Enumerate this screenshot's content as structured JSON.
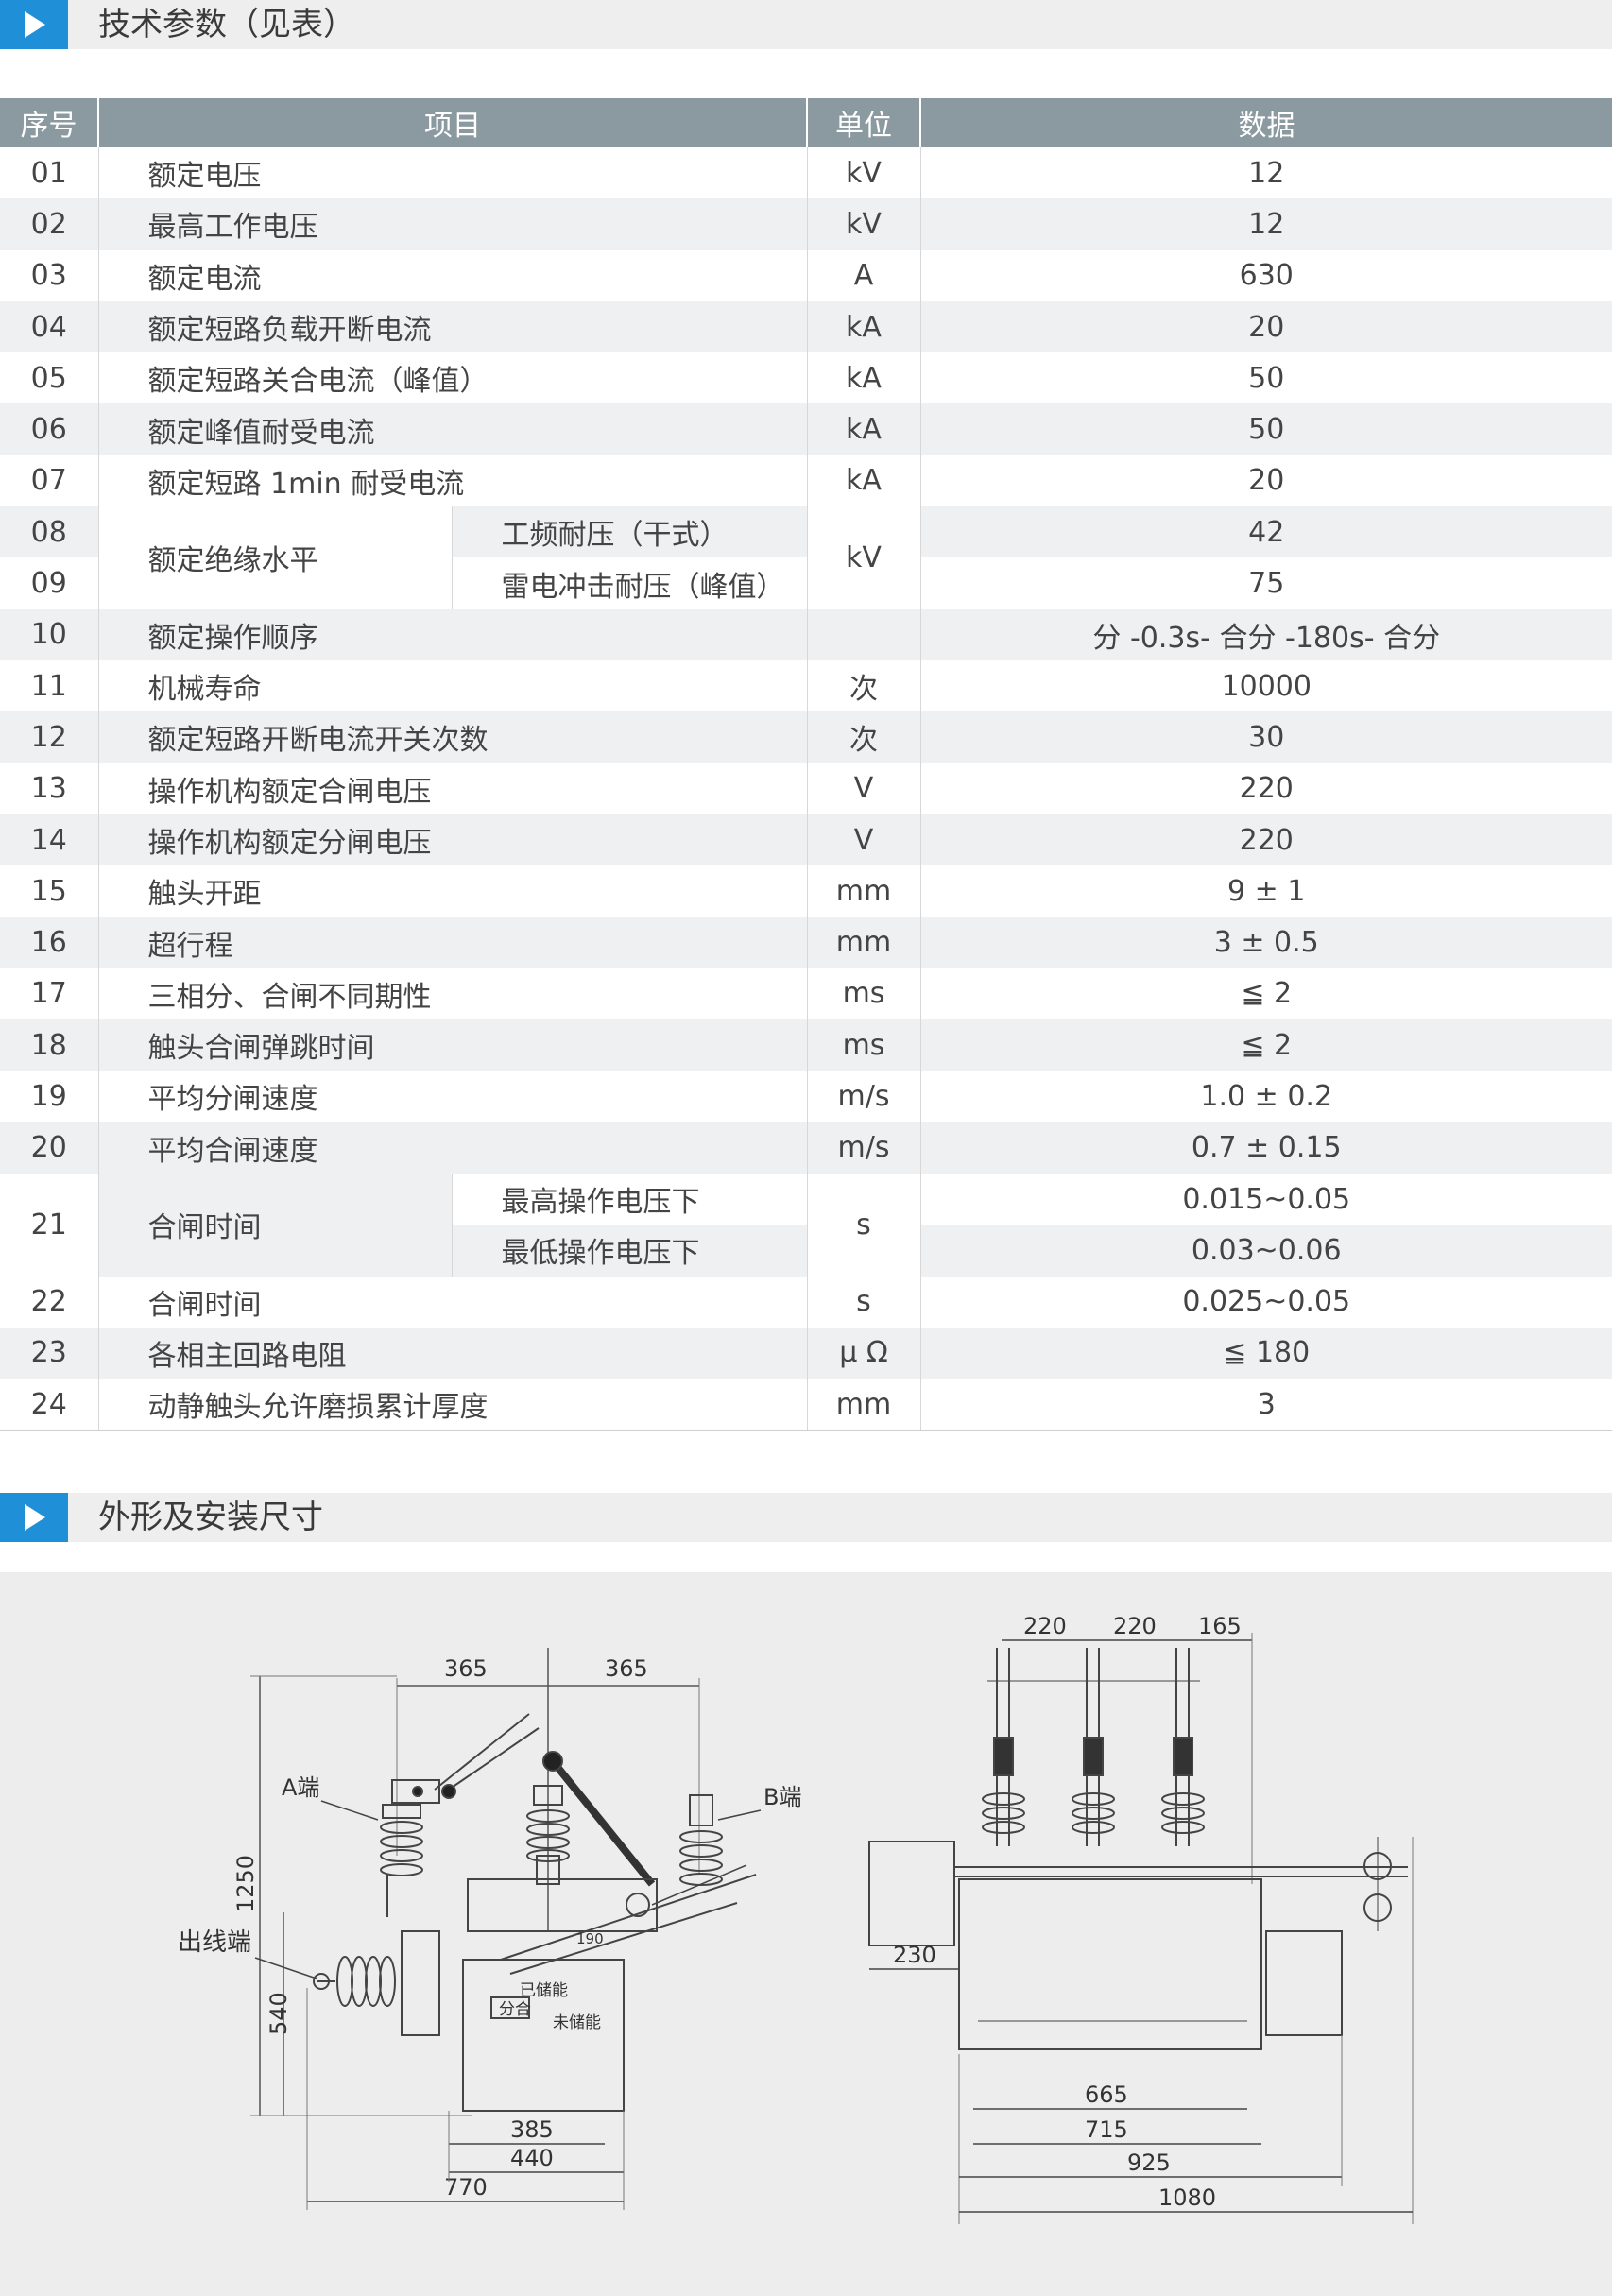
{
  "section1": {
    "title": "技术参数（见表）"
  },
  "table": {
    "headers": [
      "序号",
      "项目",
      "单位",
      "数据"
    ],
    "rows": [
      {
        "no": "01",
        "item": "额定电压",
        "unit": "kV",
        "value": "12"
      },
      {
        "no": "02",
        "item": "最高工作电压",
        "unit": "kV",
        "value": "12"
      },
      {
        "no": "03",
        "item": "额定电流",
        "unit": "A",
        "value": "630"
      },
      {
        "no": "04",
        "item": "额定短路负载开断电流",
        "unit": "kA",
        "value": "20"
      },
      {
        "no": "05",
        "item": "额定短路关合电流（峰值）",
        "unit": "kA",
        "value": "50"
      },
      {
        "no": "06",
        "item": "额定峰值耐受电流",
        "unit": "kA",
        "value": "50"
      },
      {
        "no": "07",
        "item": "额定短路 1min 耐受电流",
        "unit": "kA",
        "value": "20"
      },
      {
        "no": "08",
        "item": "额定绝缘水平",
        "sub": "工频耐压（干式）",
        "unit": "kV",
        "value": "42"
      },
      {
        "no": "09",
        "sub": "雷电冲击耐压（峰值）",
        "value": "75"
      },
      {
        "no": "10",
        "item": "额定操作顺序",
        "unit": "",
        "value": "分 -0.3s- 合分 -180s- 合分"
      },
      {
        "no": "11",
        "item": "机械寿命",
        "unit": "次",
        "value": "10000"
      },
      {
        "no": "12",
        "item": "额定短路开断电流开关次数",
        "unit": "次",
        "value": "30"
      },
      {
        "no": "13",
        "item": "操作机构额定合闸电压",
        "unit": "V",
        "value": "220"
      },
      {
        "no": "14",
        "item": "操作机构额定分闸电压",
        "unit": "V",
        "value": "220"
      },
      {
        "no": "15",
        "item": "触头开距",
        "unit": "mm",
        "value": "9 ± 1"
      },
      {
        "no": "16",
        "item": "超行程",
        "unit": "mm",
        "value": "3 ± 0.5"
      },
      {
        "no": "17",
        "item": "三相分、合闸不同期性",
        "unit": "ms",
        "value": "≦ 2"
      },
      {
        "no": "18",
        "item": "触头合闸弹跳时间",
        "unit": "ms",
        "value": "≦ 2"
      },
      {
        "no": "19",
        "item": "平均分闸速度",
        "unit": "m/s",
        "value": "1.0 ± 0.2"
      },
      {
        "no": "20",
        "item": "平均合闸速度",
        "unit": "m/s",
        "value": "0.7 ± 0.15"
      },
      {
        "no": "21",
        "item": "合闸时间",
        "sub": "最高操作电压下",
        "unit": "s",
        "value": "0.015~0.05"
      },
      {
        "sub": "最低操作电压下",
        "value": "0.03~0.06"
      },
      {
        "no": "22",
        "item": "合闸时间",
        "unit": "s",
        "value": "0.025~0.05"
      },
      {
        "no": "23",
        "item": "各相主回路电阻",
        "unit": "μ Ω",
        "value": "≦ 180"
      },
      {
        "no": "24",
        "item": "动静触头允许磨损累计厚度",
        "unit": "mm",
        "value": "3"
      }
    ]
  },
  "section2": {
    "title": "外形及安装尺寸"
  },
  "drawing": {
    "left": {
      "labels": {
        "a_end": "A端",
        "b_end": "B端",
        "out_end": "出线端",
        "stored": "已储能",
        "unstored": "未储能",
        "open_close": "分合"
      },
      "dims": {
        "top_left": "365",
        "top_right": "365",
        "height_total": "1250",
        "height_lower": "540",
        "link": "190",
        "base1": "385",
        "base2": "440",
        "base3": "770"
      }
    },
    "right": {
      "dims": {
        "p1": "220",
        "p2": "220",
        "p3": "165",
        "side": "230",
        "w1": "665",
        "w2": "715",
        "w3": "925",
        "w4": "1080"
      }
    }
  }
}
